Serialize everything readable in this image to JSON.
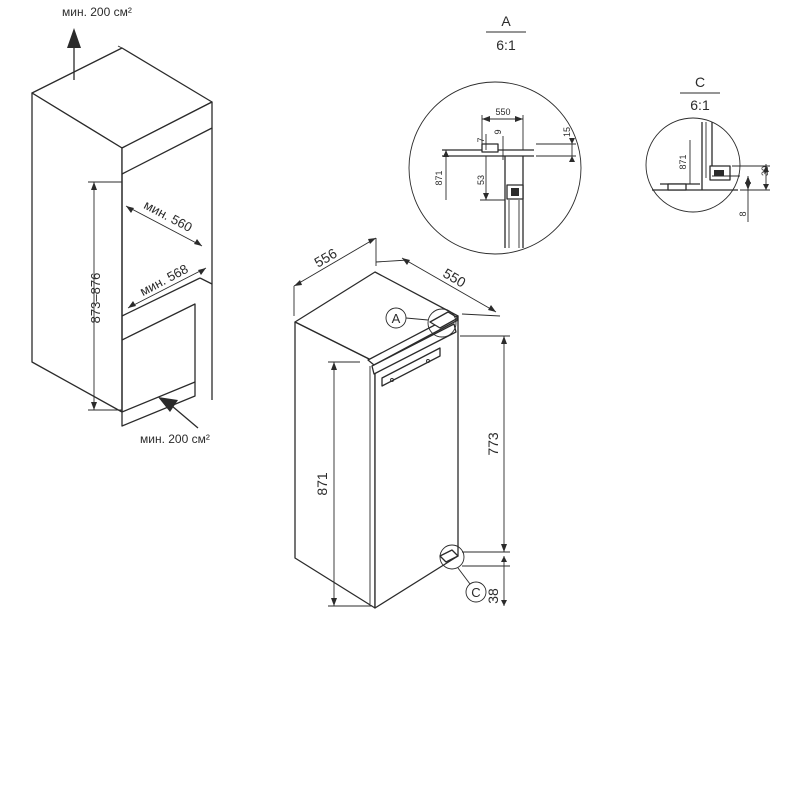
{
  "niche": {
    "vent_top": "мин. 200 см²",
    "vent_bottom": "мин. 200 см²",
    "height": "873–876",
    "width_inner": "мин. 560",
    "width_lower": "мин. 568"
  },
  "appliance": {
    "depth": "556",
    "width": "550",
    "height": "871",
    "door_height": "773",
    "bottom_gap": "38",
    "callout_a": "A",
    "callout_c": "C"
  },
  "detail_a": {
    "letter": "A",
    "scale": "6:1",
    "dim_550": "550",
    "dim_15": "15",
    "dim_9": "9",
    "dim_7": "7",
    "dim_871": "871",
    "dim_53": "53"
  },
  "detail_c": {
    "letter": "C",
    "scale": "6:1",
    "dim_871": "871",
    "dim_30": "30",
    "dim_8": "8"
  }
}
